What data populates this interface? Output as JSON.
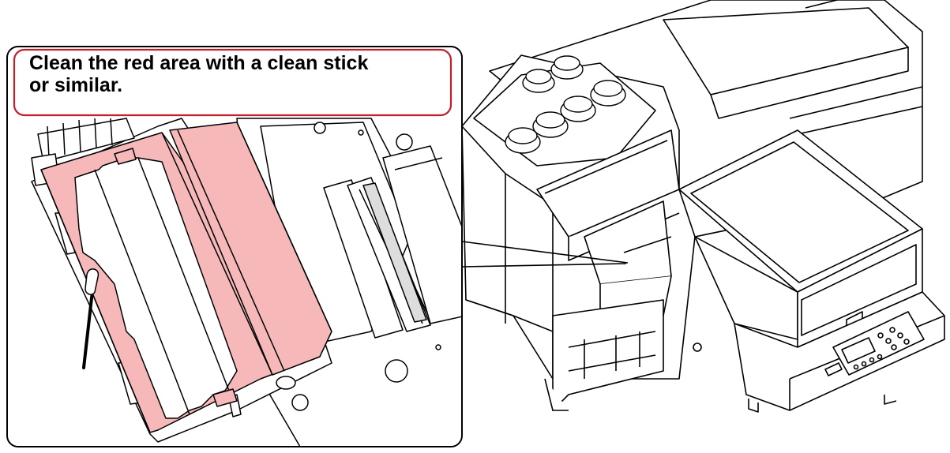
{
  "instruction": {
    "text": "Clean the red area with a clean stick\nor similar."
  },
  "colors": {
    "highlight": "#f6b8b8",
    "callout_border": "#c0202a",
    "line": "#000000"
  },
  "icons": [
    "swab-stick-icon",
    "printer-machine-illustration",
    "head-cleaning-area-illustration"
  ]
}
